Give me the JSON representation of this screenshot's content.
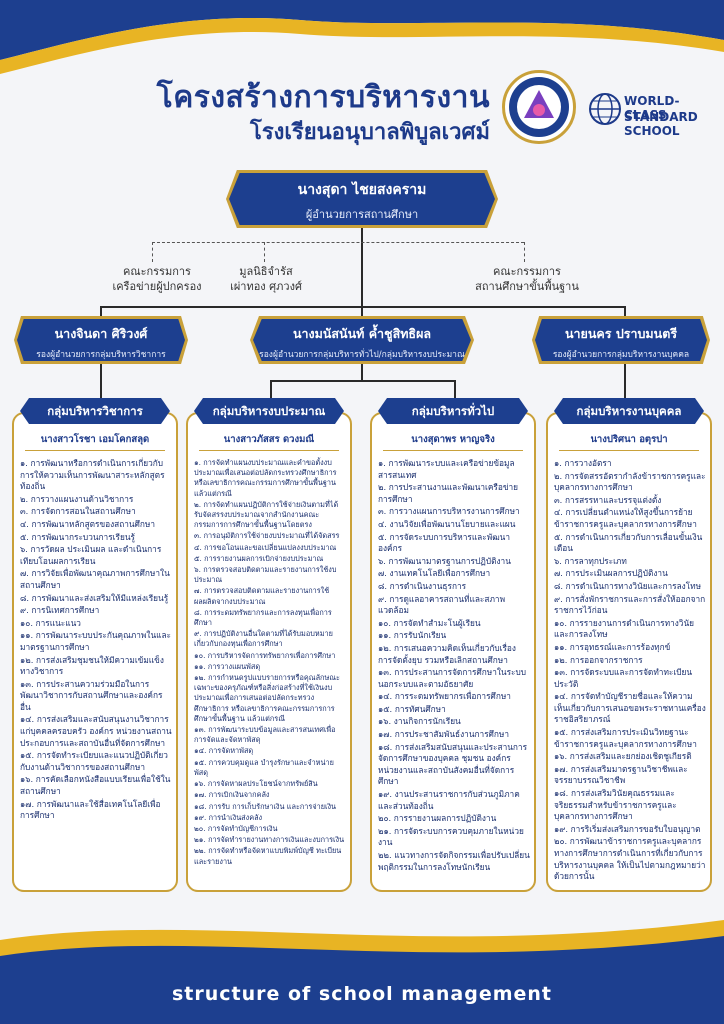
{
  "header": {
    "title": "โครงสร้างการบริหารงาน",
    "subtitle": "โรงเรียนอนุบาลพิบูลเวศม์",
    "wcs_line1": "WORLD-CLASS",
    "wcs_line2": "STANDARD SCHOOL"
  },
  "director": {
    "name": "นางสุดา ไชยสงคราม",
    "role": "ผู้อำนวยการสถานศึกษา"
  },
  "committees": {
    "left": "คณะกรรมการ\nเครือข่ายผู้ปกครอง",
    "middle": "มูลนิธิจำรัส\nเผ่าทอง ศุภวงศ์",
    "right": "คณะกรรมการ\nสถานศึกษาขั้นพื้นฐาน"
  },
  "deputies": [
    {
      "name": "นางจินดา ศิริวงศ์",
      "role": "รองผู้อำนวยการกลุ่มบริหารวิชาการ"
    },
    {
      "name": "นางมนัสนันท์ ค้ำชูสิทธิผล",
      "role": "รองผู้อำนวยการกลุ่มบริหารทั่วไป/กลุ่มบริหารงบประมาณ"
    },
    {
      "name": "นายนคร ปราบมนตรี",
      "role": "รองผู้อำนวยการกลุ่มบริหารงานบุคคล"
    }
  ],
  "groups": [
    {
      "title": "กลุ่มบริหารวิชาการ",
      "leader": "นางสาวโรชา เอมโคกสลุด",
      "items": [
        "๑. การพัฒนาหรือการดำเนินการเกี่ยวกับการให้ความเห็นการพัฒนาสาระหลักสูตรท้องถิ่น",
        "๒. การวางแผนงานด้านวิชาการ",
        "๓. การจัดการสอนในสถานศึกษา",
        "๔. การพัฒนาหลักสูตรของสถานศึกษา",
        "๕. การพัฒนากระบวนการเรียนรู้",
        "๖. การวัดผล ประเมินผล และดำเนินการเทียบโอนผลการเรียน",
        "๗. การวิจัยเพื่อพัฒนาคุณภาพการศึกษาในสถานศึกษา",
        "๘. การพัฒนาและส่งเสริมให้มีแหล่งเรียนรู้",
        "๙. การนิเทศการศึกษา",
        "๑๐. การแนะแนว",
        "๑๑. การพัฒนาระบบประกันคุณภาพในและมาตรฐานการศึกษา",
        "๑๒. การส่งเสริมชุมชนให้มีความเข้มแข็งทางวิชาการ",
        "๑๓. การประสานความร่วมมือในการพัฒนาวิชาการกับสถานศึกษาและองค์กรอื่น",
        "๑๔. การส่งเสริมและสนับสนุนงานวิชาการแก่บุคคลครอบครัว องค์กร หน่วยงานสถานประกอบการและสถาบันอื่นที่จัดการศึกษา",
        "๑๕. การจัดทำระเบียบและแนวปฏิบัติเกี่ยวกับงานด้านวิชาการของสถานศึกษา",
        "๑๖. การคัดเลือกหนังสือแบบเรียนเพื่อใช้ในสถานศึกษา",
        "๑๗. การพัฒนาและใช้สื่อเทคโนโลยีเพื่อการศึกษา"
      ]
    },
    {
      "title": "กลุ่มบริหารงบประมาณ",
      "leader": "นางสาวภัสสร ดวงมณี",
      "items": [
        "๑. การจัดทำแผนงบประมาณและคำขอตั้งงบประมาณเพื่อเสนอต่อปลัดกระทรวงศึกษาธิการหรือเลขาธิการคณะกรรมการศึกษาขั้นพื้นฐานแล้วแต่กรณี",
        "๒. การจัดทำแผนปฏิบัติการใช้จ่ายเงินตามที่ได้รับจัดสรรงบประมาณจากสำนักงานคณะกรรมการการศึกษาขั้นพื้นฐานโดยตรง",
        "๓. การอนุมัติการใช้จ่ายงบประมาณที่ได้จัดสรร",
        "๔. การขอโอนและขอเปลี่ยนแปลงงบประมาณ",
        "๕. การรายงานผลการเบิกจ่ายงบประมาณ",
        "๖. การตรวจสอบติดตามและรายงานการใช้งบประมาณ",
        "๗. การตรวจสอบติดตามและรายงานการใช้ผลผลิตจากงบประมาณ",
        "๘. การระดมทรัพยากรและการลงทุนเพื่อการศึกษา",
        "๙. การปฏิบัติงานอื่นใดตามที่ได้รับมอบหมายเกี่ยวกับกองทุนเพื่อการศึกษา",
        "๑๐. การบริหารจัดการทรัพยากรเพื่อการศึกษา",
        "๑๑. การวางแผนพัสดุ",
        "๑๒. การกำหนดรูปแบบรายการหรือคุณลักษณะเฉพาะของครุภัณฑ์หรือสิ่งก่อสร้างที่ใช้เงินงบประมาณเพื่อการเสนอต่อปลัดกระทรวงศึกษาธิการ หรือเลขาธิการคณะกรรมการการศึกษาขั้นพื้นฐาน แล้วแต่กรณี",
        "๑๓. การพัฒนาระบบข้อมูลและสารสนเทศเพื่อการจัดและจัดหาพัสดุ",
        "๑๔. การจัดหาพัสดุ",
        "๑๕. การควบคุมดูแล บำรุงรักษาและจำหน่ายพัสดุ",
        "๑๖. การจัดหาผลประโยชน์จากทรัพย์สิน",
        "๑๗. การเบิกเงินจากคลัง",
        "๑๘. การรับ การเก็บรักษาเงิน และการจ่ายเงิน",
        "๑๙. การนำเงินส่งคลัง",
        "๒๐. การจัดทำบัญชีการเงิน",
        "๒๑. การจัดทำรายงานทางการเงินและงบการเงิน",
        "๒๒. การจัดทำหรือจัดหาแบบพิมพ์บัญชี ทะเบียนและรายงาน"
      ]
    },
    {
      "title": "กลุ่มบริหารทั่วไป",
      "leader": "นางสุดาพร หาญจริง",
      "items": [
        "๑. การพัฒนาระบบและเครือข่ายข้อมูลสารสนเทศ",
        "๒. การประสานงานและพัฒนาเครือข่ายการศึกษา",
        "๓. การวางแผนการบริหารงานการศึกษา",
        "๔. งานวิจัยเพื่อพัฒนานโยบายและแผน",
        "๕. การจัดระบบการบริหารและพัฒนาองค์กร",
        "๖. การพัฒนามาตรฐานการปฏิบัติงาน",
        "๗. งานเทคโนโลยีเพื่อการศึกษา",
        "๘. การดำเนินงานธุรการ",
        "๙. การดูแลอาคารสถานที่และสภาพแวดล้อม",
        "๑๐. การจัดทำสำมะโนผู้เรียน",
        "๑๑. การรับนักเรียน",
        "๑๒. การเสนอความคิดเห็นเกี่ยวกับเรื่องการจัดตั้งยุบ รวมหรือเลิกสถานศึกษา",
        "๑๓. การประสานการจัดการศึกษาในระบบนอกระบบและตามอัธยาศัย",
        "๑๔. การระดมทรัพยากรเพื่อการศึกษา",
        "๑๕. การทัศนศึกษา",
        "๑๖. งานกิจการนักเรียน",
        "๑๗. การประชาสัมพันธ์งานการศึกษา",
        "๑๘. การส่งเสริมสนับสนุนและประสานการจัดการศึกษาของบุคคล ชุมชน องค์กรหน่วยงานและสถาบันสังคมอื่นที่จัดการศึกษา",
        "๑๙. งานประสานราชการกับส่วนภูมิภาคและส่วนท้องถิ่น",
        "๒๐. การรายงานผลการปฏิบัติงาน",
        "๒๑. การจัดระบบการควบคุมภายในหน่วยงาน",
        "๒๒. แนวทางการจัดกิจกรรมเพื่อปรับเปลี่ยนพฤติกรรมในการลงโทษนักเรียน"
      ]
    },
    {
      "title": "กลุ่มบริหารงานบุคคล",
      "leader": "นางปริศนา อตุรปา",
      "items": [
        "๑. การวางอัตรา",
        "๒. การจัดสรรอัตรากำลังข้าราชการครูและบุคลากรทางการศึกษา",
        "๓. การสรรหาและบรรจุแต่งตั้ง",
        "๔. การเปลี่ยนตำแหน่งให้สูงขึ้นการย้ายข้าราชการครูและบุคลากรทางการศึกษา",
        "๕. การดำเนินการเกี่ยวกับการเลื่อนขั้นเงินเดือน",
        "๖. การลาทุกประเภท",
        "๗. การประเมินผลการปฏิบัติงาน",
        "๘. การดำเนินการทางวินัยและการลงโทษ",
        "๙. การสั่งพักราชการและการสั่งให้ออกจากราชการไว้ก่อน",
        "๑๐. การรายงานการดำเนินการทางวินัยและการลงโทษ",
        "๑๑. การอุทธรณ์และการร้องทุกข์",
        "๑๒. การออกจากราชการ",
        "๑๓. การจัดระบบและการจัดทำทะเบียนประวัติ",
        "๑๔. การจัดทำบัญชีรายชื่อและให้ความเห็นเกี่ยวกับการเสนอขอพระราชทานเครื่องราชอิสริยาภรณ์",
        "๑๕. การส่งเสริมการประเมินวิทยฐานะข้าราชการครูและบุคลากรทางการศึกษา",
        "๑๖. การส่งเสริมและยกย่องเชิดชูเกียรติ",
        "๑๗. การส่งเสริมมาตรฐานวิชาชีพและจรรยาบรรณวิชาชีพ",
        "๑๘. การส่งเสริมวินัยคุณธรรมและจริยธรรมสำหรับข้าราชการครูและบุคลากรทางการศึกษา",
        "๑๙. การริเริ่มส่งเสริมการขอรับใบอนุญาต",
        "๒๐. การพัฒนาข้าราชการครูและบุคลากรทางการศึกษาการดำเนินการที่เกี่ยวกับการบริหารงานบุคคล ให้เป็นไปตามกฎหมายว่าด้วยการนั้น"
      ]
    }
  ],
  "footer": "structure of school management",
  "colors": {
    "navy": "#1d3f8f",
    "gold": "#c9a13a",
    "text": "#1a2f6e"
  }
}
